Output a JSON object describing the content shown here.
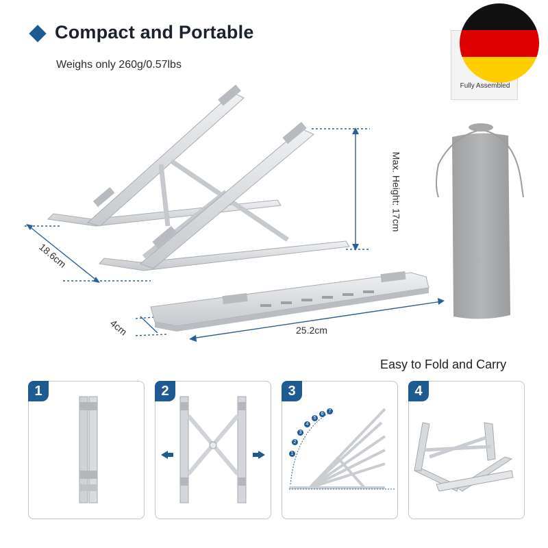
{
  "header": {
    "title": "Compact and Portable",
    "subtitle": "Weighs only 260g/0.57lbs"
  },
  "badge": {
    "label": "Fully Assembled",
    "flag_colors": [
      "#111111",
      "#dd0000",
      "#ffce00"
    ]
  },
  "dimensions": {
    "height": "Max. Height: 17cm",
    "depth": "18.6cm",
    "length": "25.2cm",
    "thickness": "4cm"
  },
  "steps": {
    "caption": "Easy to Fold and Carry",
    "items": [
      {
        "number": "1"
      },
      {
        "number": "2"
      },
      {
        "number": "3",
        "angles": [
          "1",
          "2",
          "3",
          "4",
          "5",
          "6",
          "7"
        ]
      },
      {
        "number": "4"
      }
    ]
  },
  "colors": {
    "accent": "#1f5b92",
    "dimension_line": "#2a5e96",
    "aluminum": "#d9dcdf",
    "pouch": "#a9abad"
  }
}
